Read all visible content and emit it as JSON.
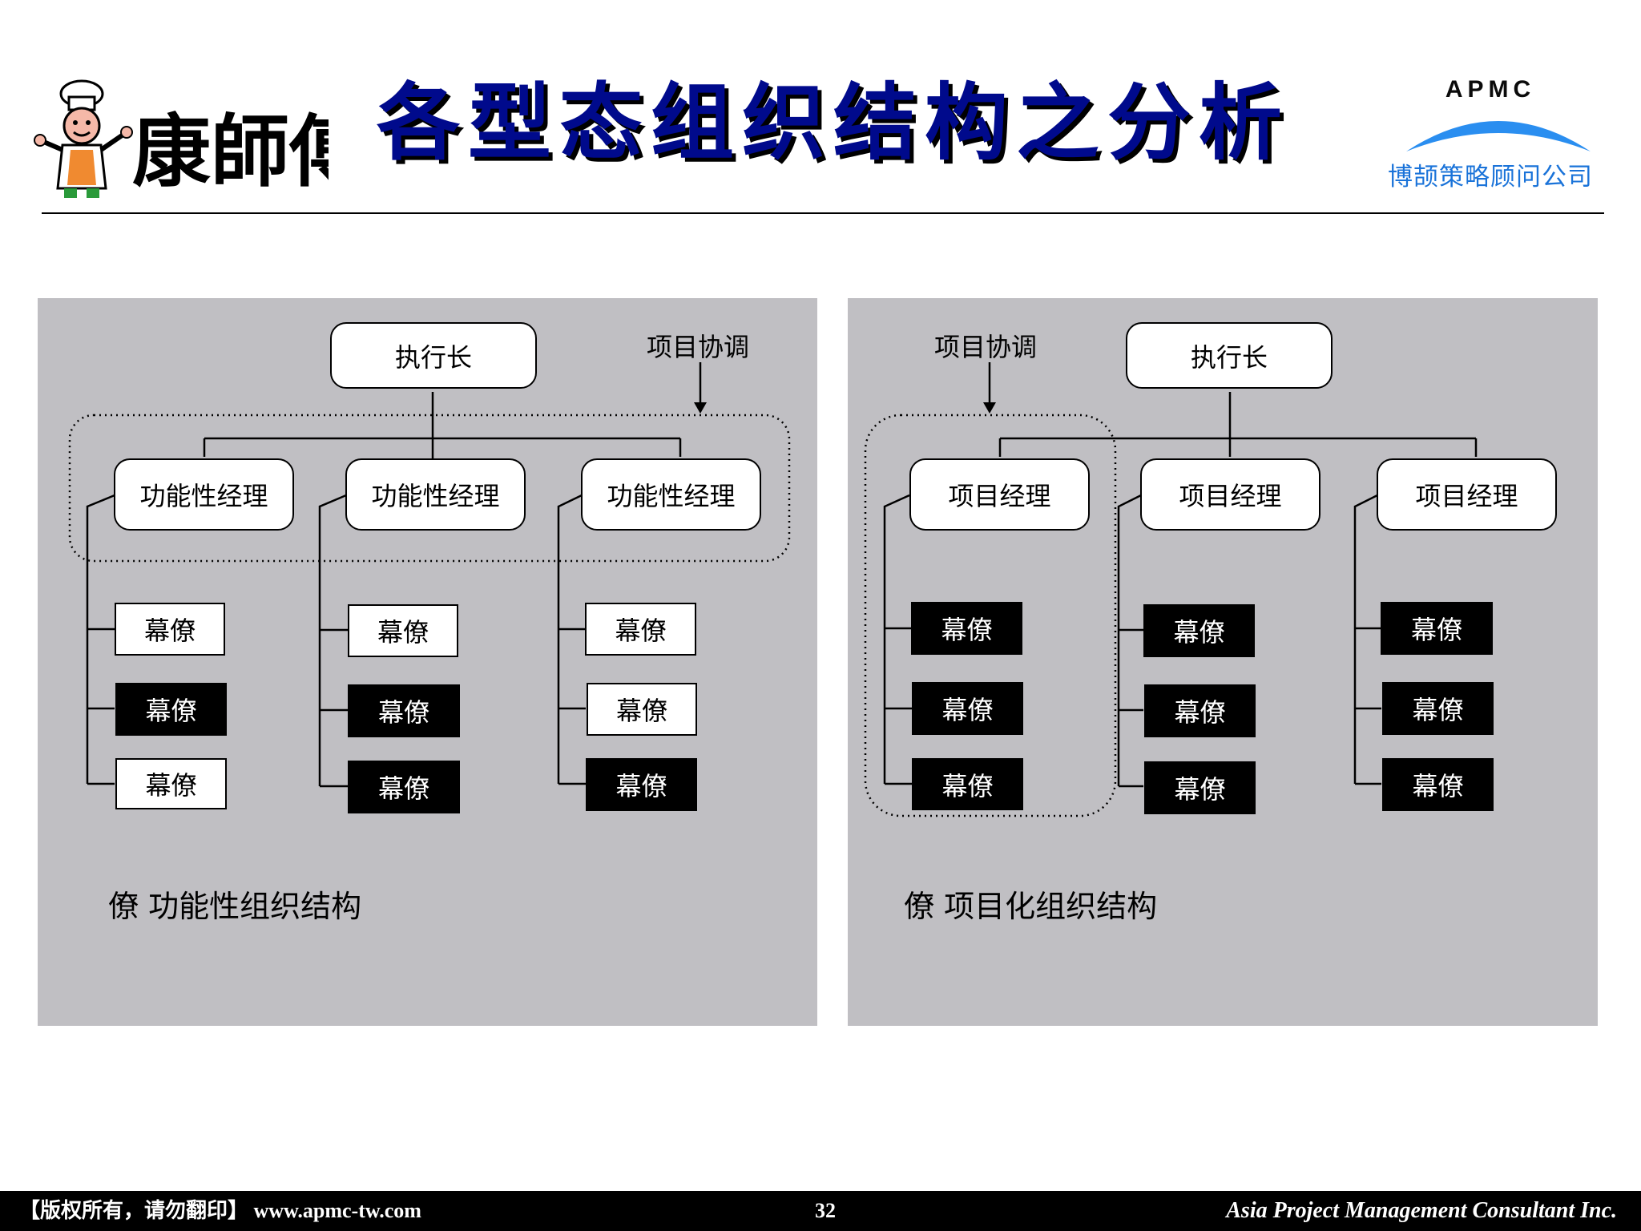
{
  "header": {
    "title": "各型态组织结构之分析",
    "logo_left_text": "康師傅",
    "brand": {
      "acronym": "APMC",
      "company": "博颉策略顾问公司",
      "arc_color": "#2a8ef0"
    }
  },
  "colors": {
    "title": "#000a8c",
    "panel_bg": "#c0bfc3",
    "company_blue": "#1a73d9"
  },
  "functional": {
    "ceo": "执行长",
    "coordination_label": "项目协调",
    "managers": [
      "功能性经理",
      "功能性经理",
      "功能性经理"
    ],
    "staff": [
      [
        {
          "label": "幕僚",
          "style": "white"
        },
        {
          "label": "幕僚",
          "style": "black"
        },
        {
          "label": "幕僚",
          "style": "white"
        }
      ],
      [
        {
          "label": "幕僚",
          "style": "white"
        },
        {
          "label": "幕僚",
          "style": "black"
        },
        {
          "label": "幕僚",
          "style": "black"
        }
      ],
      [
        {
          "label": "幕僚",
          "style": "white"
        },
        {
          "label": "幕僚",
          "style": "white"
        },
        {
          "label": "幕僚",
          "style": "black"
        }
      ]
    ],
    "caption": "僚 功能性组织结构"
  },
  "projectized": {
    "ceo": "执行长",
    "coordination_label": "项目协调",
    "managers": [
      "项目经理",
      "项目经理",
      "项目经理"
    ],
    "staff": [
      [
        {
          "label": "幕僚",
          "style": "black"
        },
        {
          "label": "幕僚",
          "style": "black"
        },
        {
          "label": "幕僚",
          "style": "black"
        }
      ],
      [
        {
          "label": "幕僚",
          "style": "black"
        },
        {
          "label": "幕僚",
          "style": "black"
        },
        {
          "label": "幕僚",
          "style": "black"
        }
      ],
      [
        {
          "label": "幕僚",
          "style": "black"
        },
        {
          "label": "幕僚",
          "style": "black"
        },
        {
          "label": "幕僚",
          "style": "black"
        }
      ]
    ],
    "caption": "僚 项目化组织结构"
  },
  "footer": {
    "copyright": "【版权所有，请勿翻印】 www.apmc-tw.com",
    "page_number": "32",
    "company": "Asia Project Management Consultant Inc."
  }
}
